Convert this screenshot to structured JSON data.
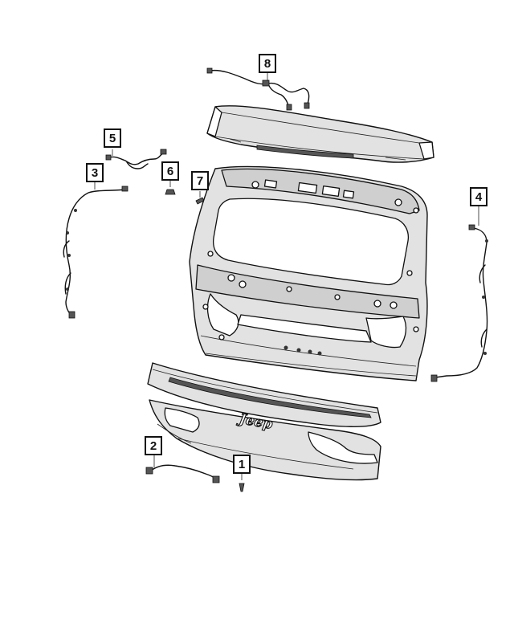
{
  "diagram": {
    "callouts": [
      {
        "id": "1",
        "label": "1"
      },
      {
        "id": "2",
        "label": "2"
      },
      {
        "id": "3",
        "label": "3"
      },
      {
        "id": "4",
        "label": "4"
      },
      {
        "id": "5",
        "label": "5"
      },
      {
        "id": "6",
        "label": "6"
      },
      {
        "id": "7",
        "label": "7"
      },
      {
        "id": "8",
        "label": "8"
      }
    ],
    "fascia_logo": "Jeep"
  }
}
